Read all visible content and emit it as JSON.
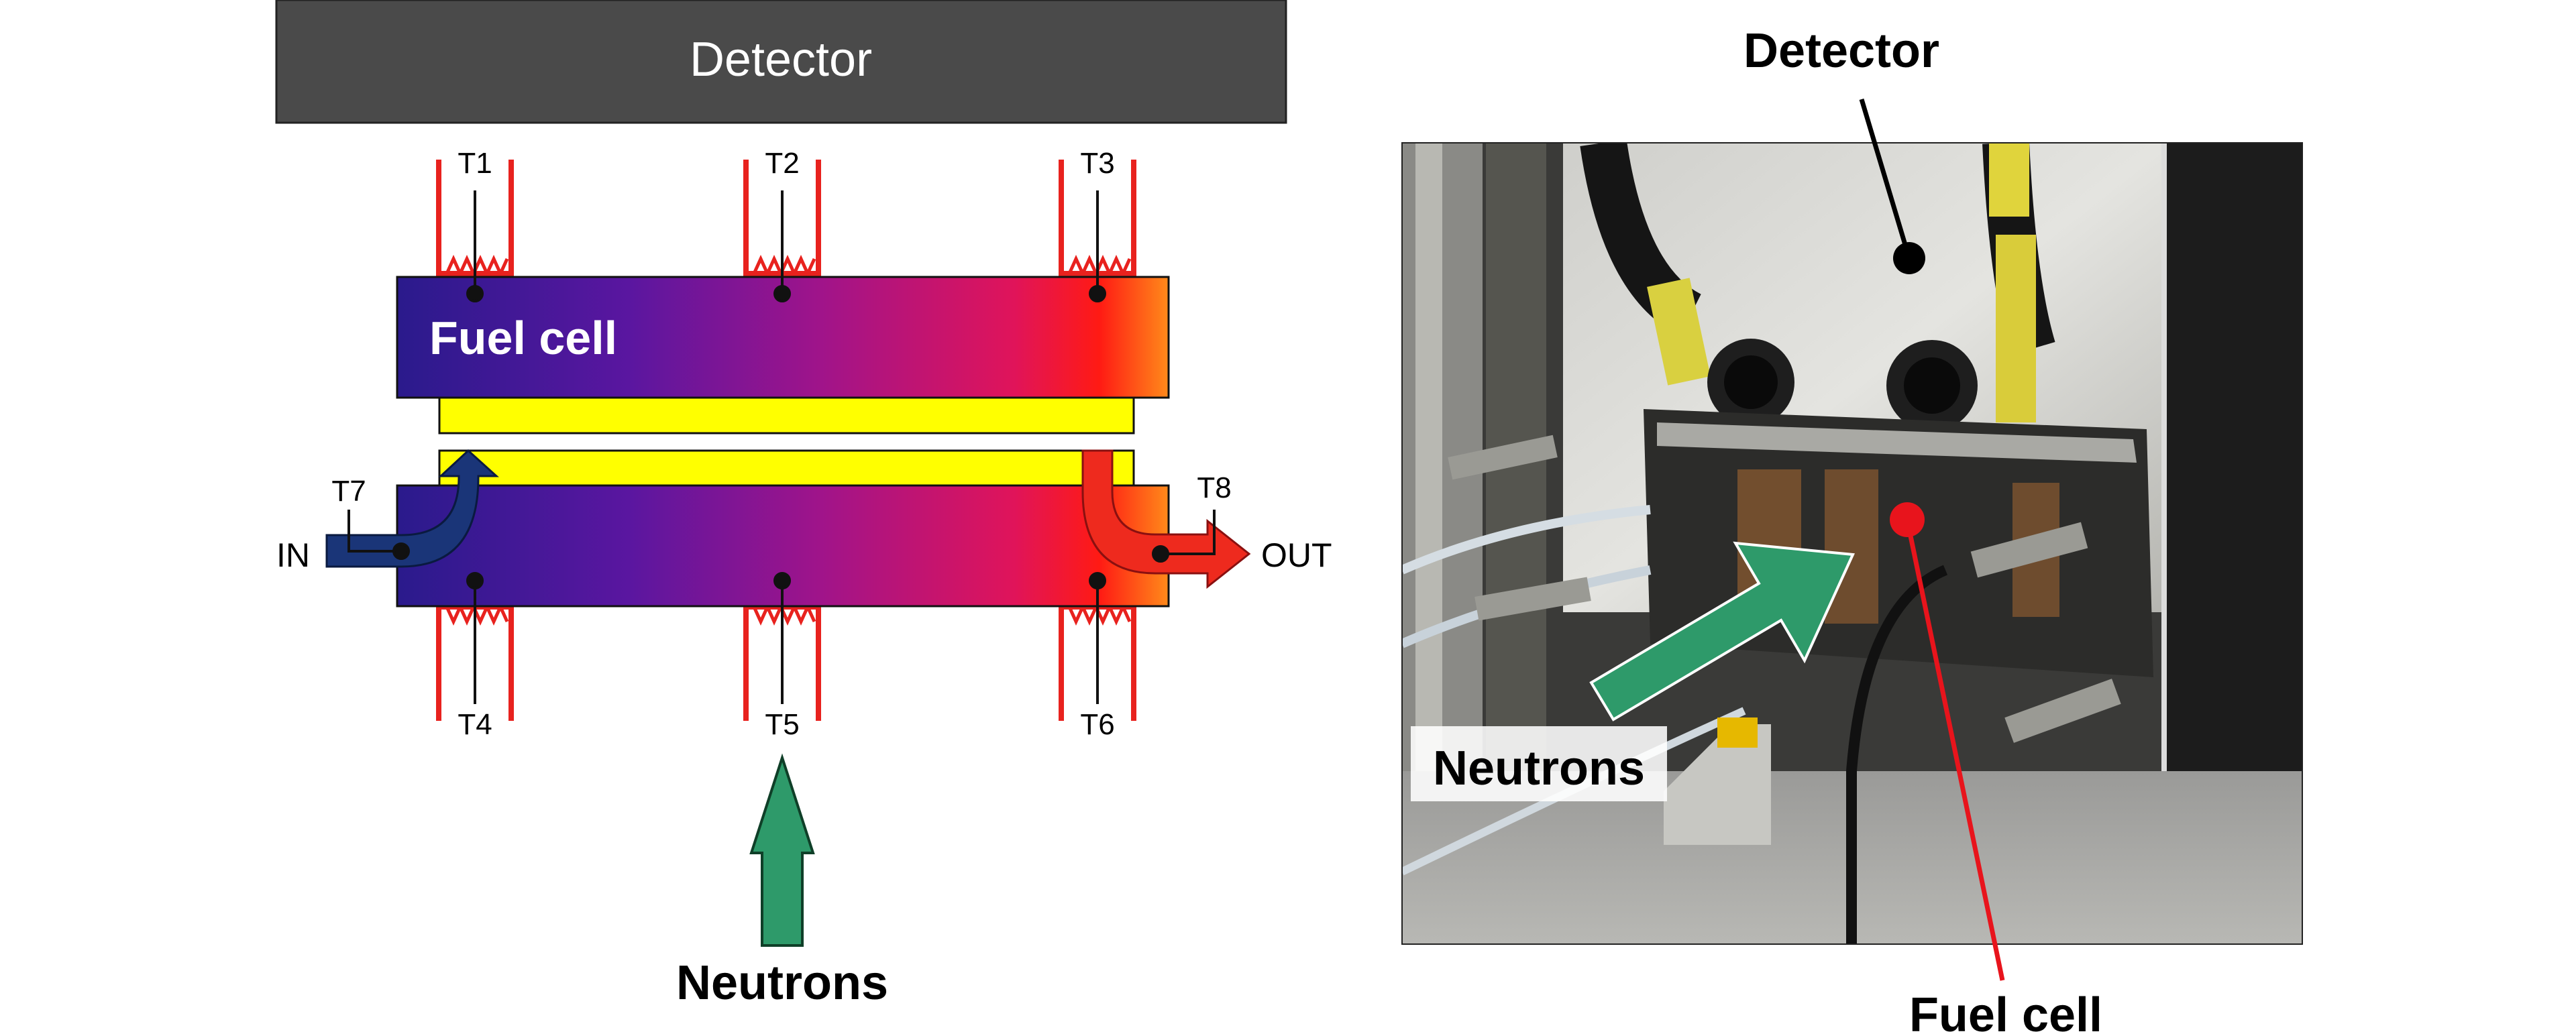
{
  "schematic": {
    "detector_label": "Detector",
    "fuel_cell_label": "Fuel cell",
    "inlet_label": "IN",
    "outlet_label": "OUT",
    "neutrons_label": "Neutrons",
    "thermocouples": [
      "T1",
      "T2",
      "T3",
      "T4",
      "T5",
      "T6",
      "T7",
      "T8"
    ]
  },
  "photo": {
    "detector_label": "Detector",
    "neutrons_label": "Neutrons",
    "fuel_cell_label": "Fuel cell"
  },
  "colors": {
    "detector_fill": "#4a4a4a",
    "heater_red": "#e8221e",
    "membrane_yellow": "#ffff00",
    "inlet_blue": "#1a3578",
    "outlet_red": "#ee2a1e",
    "neutron_green": "#2e9a6a",
    "photo_marker_red": "#e8141c",
    "gradient_cold": "#2a1a8c",
    "gradient_mid": "#c0147a",
    "gradient_hot": "#ff2a10",
    "gradient_edge": "#ff8a1a"
  },
  "icons": {
    "neutron_arrow": "up-arrow",
    "photo_neutron_arrow": "diagonal-arrow"
  }
}
